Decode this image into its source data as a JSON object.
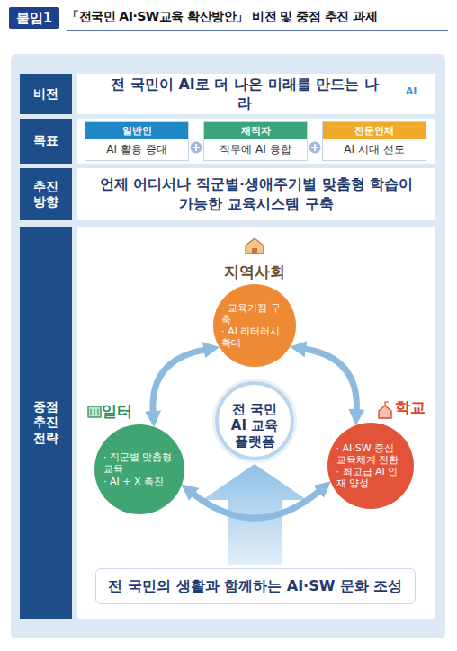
{
  "diagram": {
    "title": "「전국민 AI·SW교육 확산방안」 비전 및 중점 추진 과제",
    "nodes": [
      {
        "text": [
          "붙임1"
        ]
      },
      {
        "text": [
          "비전"
        ]
      },
      {
        "text": [
          "전 국민이 AI로 더 나은 미래를 만드는 나라"
        ]
      },
      {
        "text": [
          "목표"
        ]
      },
      {
        "text": [
          "일반인",
          "AI 활용 증대"
        ]
      },
      {
        "text": [
          "재직자",
          "직무에 AI 융합"
        ]
      },
      {
        "text": [
          "전문인재",
          "AI 시대 선도"
        ]
      },
      {
        "text": [
          "추진 방향"
        ]
      },
      {
        "text": [
          "언제 어디서나 직군별·생애주기별 맞춤형 학습이 가능한 교육시스템 구축"
        ]
      },
      {
        "text": [
          "중점 추진 전략"
        ]
      },
      {
        "text": [
          "지역사회",
          "· 교육거점 구축",
          "· AI 리터러시 확대"
        ]
      },
      {
        "text": [
          "일터",
          "· 직군별 맞춤형 교육",
          "· AI + X 촉진"
        ]
      },
      {
        "text": [
          "전 국민 AI 교육 플랫폼"
        ]
      },
      {
        "text": [
          "학교",
          "· AI·SW 중심 교육체계 전환",
          "· 최고급 AI 인재 양성"
        ]
      },
      {
        "text": [
          "전 국민의 생활과 함께하는 AI·SW 문화 조성"
        ]
      }
    ],
    "edges": [
      {
        "from": 10,
        "to": 13,
        "arrow": "both"
      },
      {
        "from": 10,
        "to": 11,
        "arrow": "both"
      },
      {
        "from": 11,
        "to": 13,
        "arrow": "both"
      },
      {
        "from": 14,
        "to": 12,
        "arrow": "to"
      }
    ],
    "labels": [
      "AI"
    ]
  }
}
